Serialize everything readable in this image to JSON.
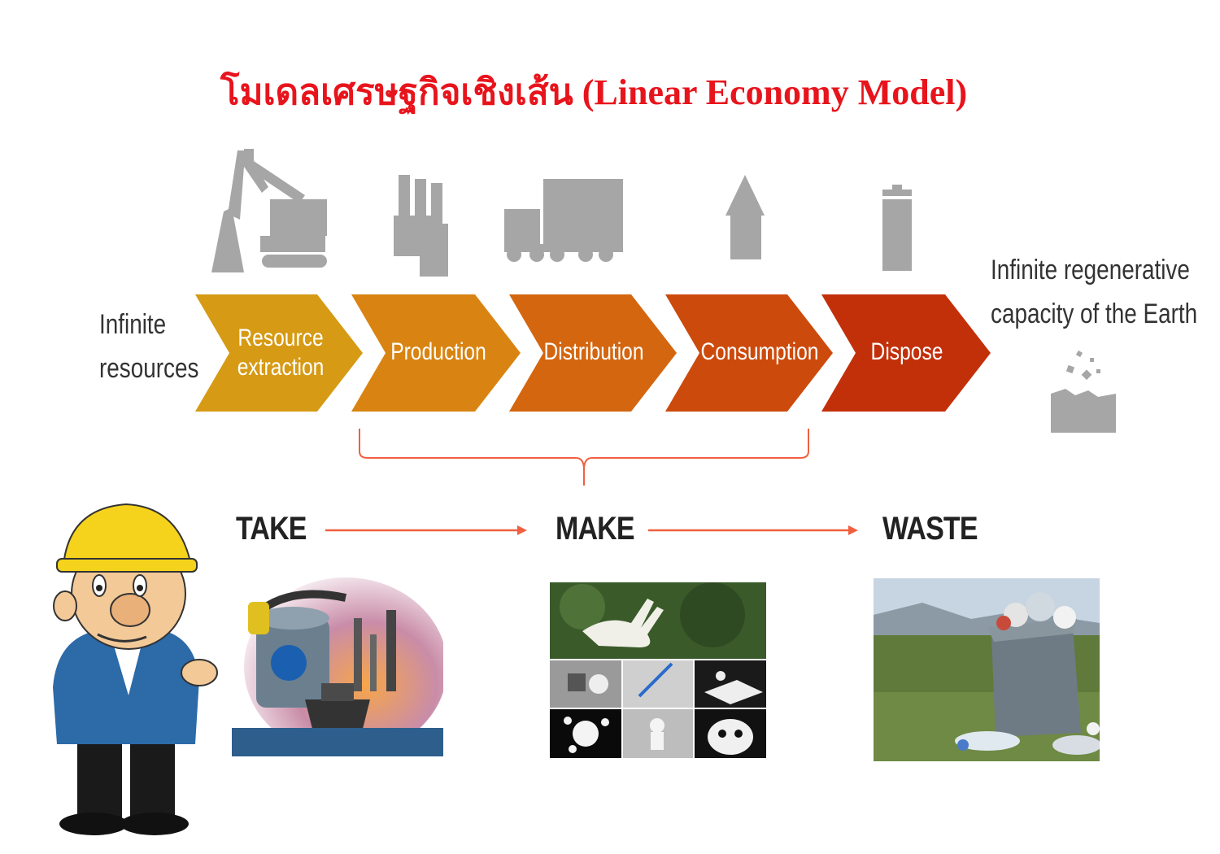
{
  "title": "โมเดลเศรษฐกิจเชิงเส้น (Linear Economy Model)",
  "left_label": [
    "Infinite",
    "resources"
  ],
  "right_label": [
    "Infinite regenerative",
    "capacity of the Earth"
  ],
  "stages": [
    {
      "lines": [
        "Resource",
        "extraction"
      ],
      "color": "#d69a14",
      "icon": "excavator-icon"
    },
    {
      "lines": [
        "Production"
      ],
      "color": "#d98412",
      "icon": "factory-icon"
    },
    {
      "lines": [
        "Distribution"
      ],
      "color": "#d4660f",
      "icon": "truck-icon"
    },
    {
      "lines": [
        "Consumption"
      ],
      "color": "#cc4a0c",
      "icon": "house-icon"
    },
    {
      "lines": [
        "Dispose"
      ],
      "color": "#c2300a",
      "icon": "trash-can-icon"
    }
  ],
  "flow": {
    "take": "TAKE",
    "make": "MAKE",
    "waste": "WASTE"
  },
  "colors": {
    "title": "#e8141c",
    "icon_gray": "#a6a6a6",
    "arrow": "#f06040"
  }
}
